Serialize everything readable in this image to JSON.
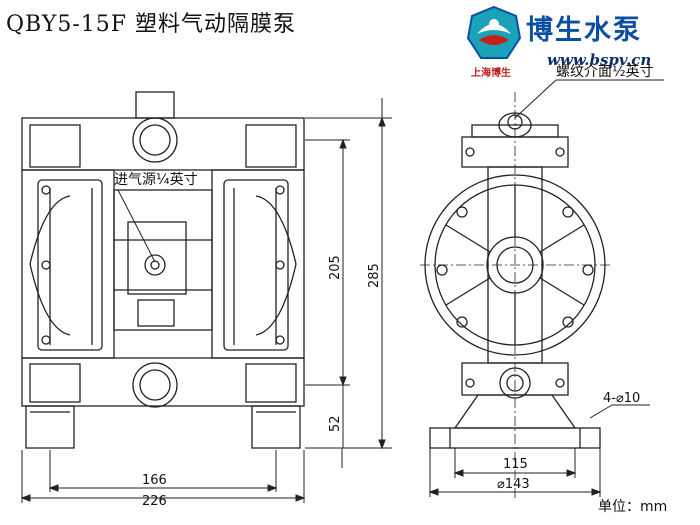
{
  "title": "QBY5-15F 塑料气动隔膜泵",
  "brand": {
    "name": "博生水泵",
    "website": "www.bspv.cn",
    "logo_subtitle": "上海博生",
    "colors": {
      "blue": "#0b4fa5",
      "red": "#c3201c",
      "teal": "#1aa3b8"
    }
  },
  "labels": {
    "air_inlet": "进气源¼英寸",
    "thread": "螺纹介面½英寸",
    "bolts": "4-⌀10"
  },
  "dimensions": {
    "height_total": "285",
    "height_ports": "205",
    "height_base": "52",
    "width_inner": "166",
    "width_outer": "226",
    "base_width": "115",
    "bolt_circle": "⌀143"
  },
  "unit": "单位：mm"
}
